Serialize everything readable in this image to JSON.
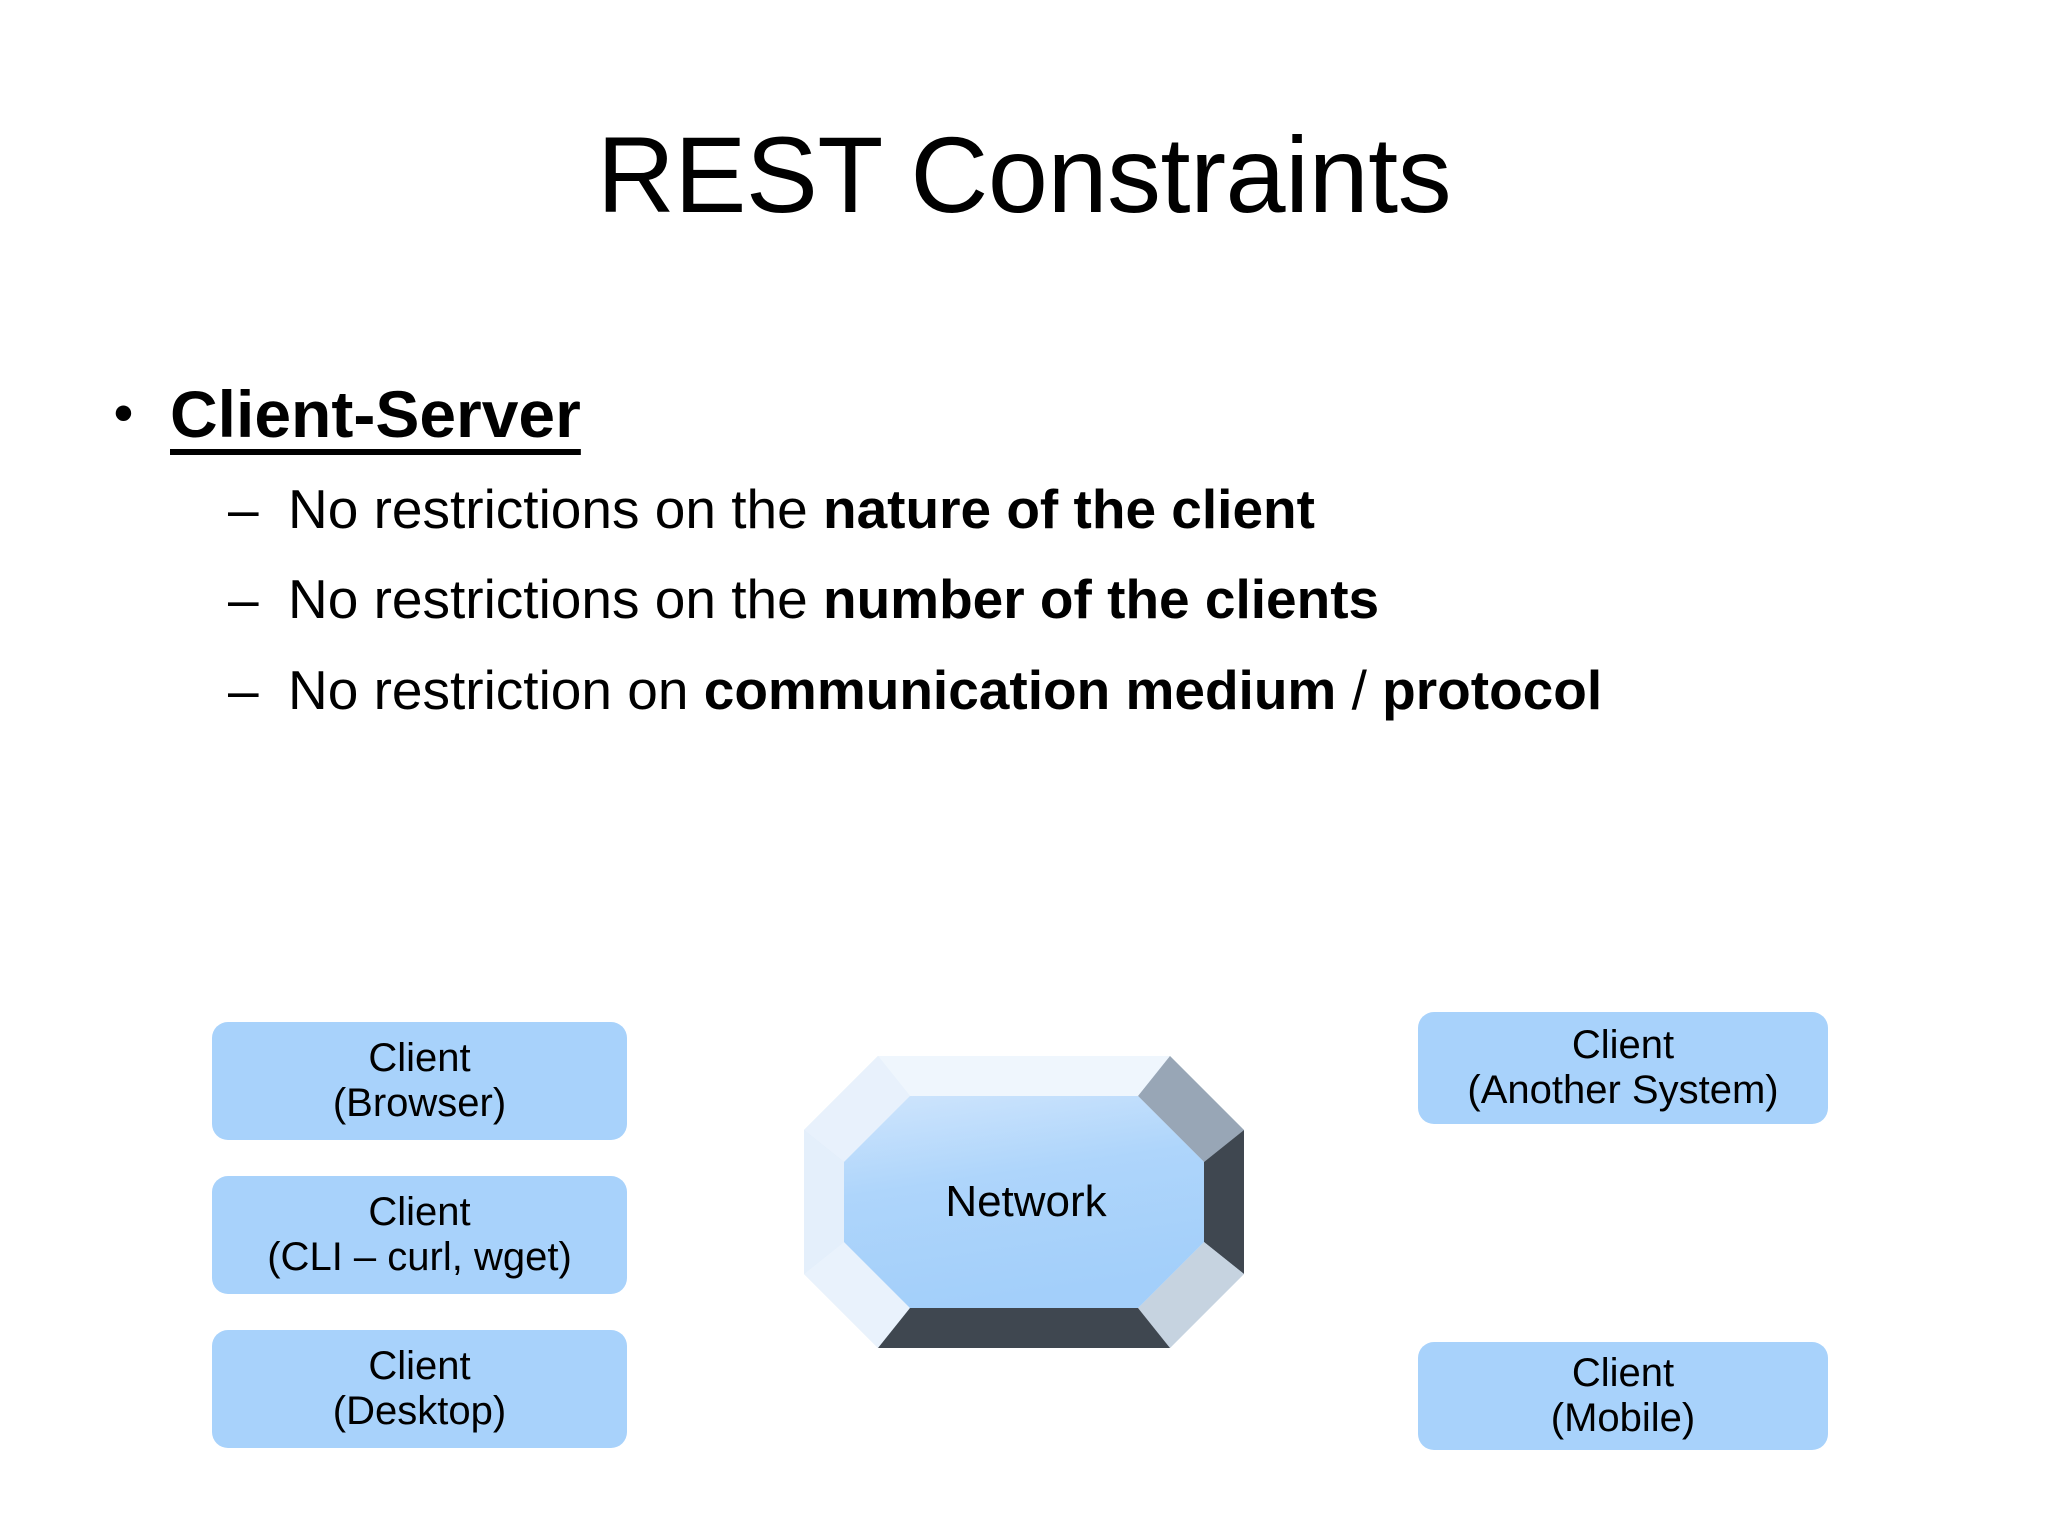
{
  "slide": {
    "title": "REST Constraints",
    "bullet": {
      "marker": "•",
      "label": "Client-Server"
    },
    "sub_bullets": [
      {
        "marker": "–",
        "plain_before": "No restrictions on the ",
        "bold": "nature of the client",
        "plain_after": ""
      },
      {
        "marker": "–",
        "plain_before": "No restrictions on the ",
        "bold": "number of the clients",
        "plain_after": ""
      },
      {
        "marker": "–",
        "plain_before": "No restriction on ",
        "bold": "communication medium",
        "plain_after": " / ",
        "bold2": "protocol"
      }
    ],
    "diagram": {
      "left_clients": [
        {
          "line1": "Client",
          "line2": "(Browser)"
        },
        {
          "line1": "Client",
          "line2": "(CLI – curl, wget)"
        },
        {
          "line1": "Client",
          "line2": "(Desktop)"
        }
      ],
      "right_clients": [
        {
          "line1": "Client",
          "line2": "(Another System)"
        },
        {
          "line1": "Client",
          "line2": "(Mobile)"
        }
      ],
      "network": {
        "label": "Network"
      },
      "colors": {
        "client_box_fill": "#A8D2FB",
        "network_fill": "#A8D2FB",
        "network_bevel_light": "#E4EFFB",
        "network_bevel_dark": "#4A525C",
        "network_bevel_mid": "#8A99AB",
        "text": "#000000",
        "background": "#FFFFFF"
      }
    }
  }
}
